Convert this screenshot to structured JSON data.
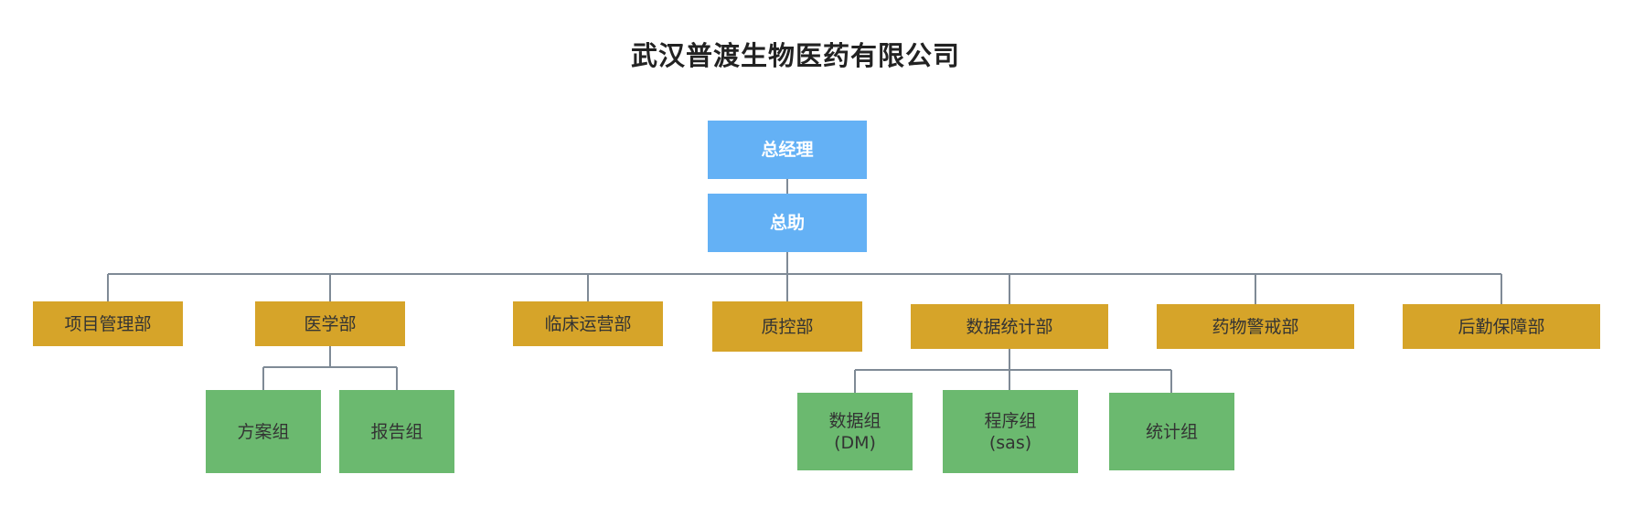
{
  "title": "武汉普渡生物医药有限公司",
  "colors": {
    "executive": "#64b1f5",
    "department": "#d6a429",
    "group": "#6bb96f",
    "connector": "#7f8a96"
  },
  "org": {
    "gm": "总经理",
    "assistant": "总助",
    "departments": {
      "project": "项目管理部",
      "medical": "医学部",
      "clinical": "临床运营部",
      "qc": "质控部",
      "stats": "数据统计部",
      "pv": "药物警戒部",
      "logistics": "后勤保障部"
    },
    "groups": {
      "plan": "方案组",
      "report": "报告组",
      "data": {
        "line1": "数据组",
        "line2": "(DM)"
      },
      "program": {
        "line1": "程序组",
        "line2": "(sas)"
      },
      "statistics": "统计组"
    }
  }
}
